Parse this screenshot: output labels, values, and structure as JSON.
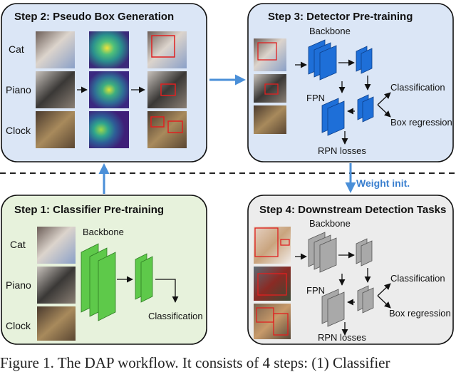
{
  "steps": {
    "step1": {
      "title": "Step 1: Classifier Pre-training"
    },
    "step2": {
      "title": "Step 2: Pseudo Box Generation"
    },
    "step3": {
      "title": "Step 3: Detector Pre-training"
    },
    "step4": {
      "title": "Step 4: Downstream Detection Tasks"
    }
  },
  "categories": [
    "Cat",
    "Piano",
    "Clock"
  ],
  "labels": {
    "backbone": "Backbone",
    "fpn": "FPN",
    "classification": "Classification",
    "box_regression": "Box regression",
    "rpn_losses": "RPN losses",
    "weight_init": "Weight init."
  },
  "caption": "Figure 1. The DAP workflow. It consists of 4 steps: (1) Classifier",
  "colors": {
    "step1_fill": "#e7f2dc",
    "step2_fill": "#dbe6f6",
    "step3_fill": "#dbe6f6",
    "step4_fill": "#ececec",
    "arrow_blue": "#4a8fd8",
    "block_blue": "#1e6fd8",
    "block_green": "#5ec94a",
    "block_gray": "#a9a9a9",
    "box_red": "#e02020"
  },
  "icons": [
    "cat-photo",
    "piano-photo",
    "clock-photo",
    "heatmap",
    "feature-block"
  ]
}
